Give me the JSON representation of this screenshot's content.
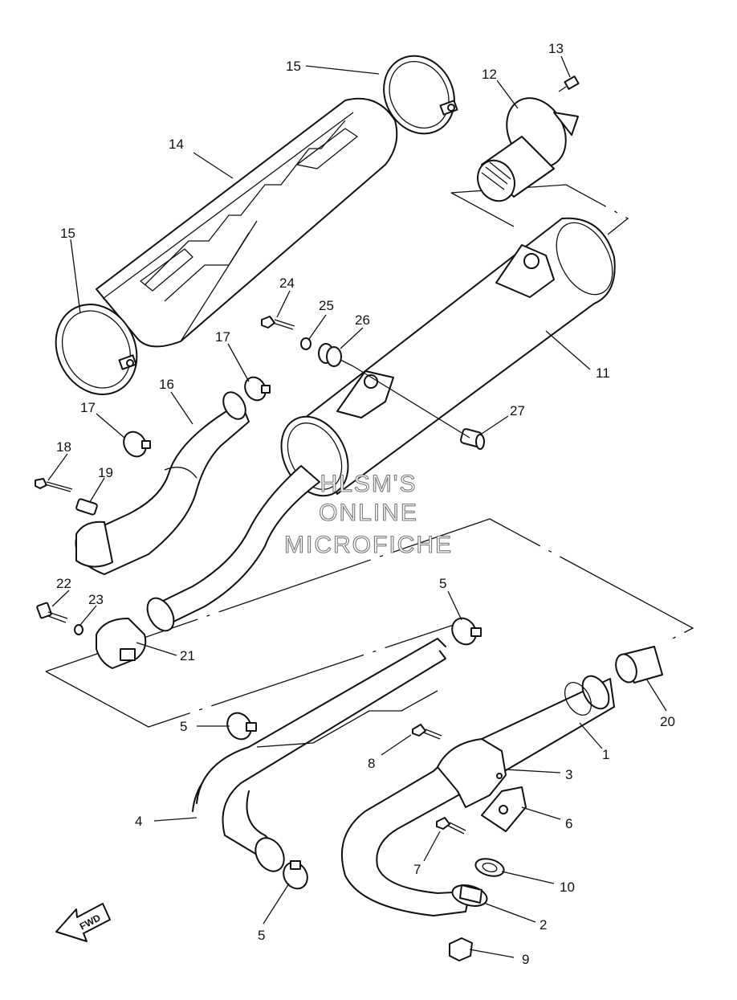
{
  "parts": [
    {
      "id": "part-1",
      "label": "1"
    },
    {
      "id": "part-2",
      "label": "2"
    },
    {
      "id": "part-3",
      "label": "3"
    },
    {
      "id": "part-4",
      "label": "4"
    },
    {
      "id": "part-5a",
      "label": "5"
    },
    {
      "id": "part-5b",
      "label": "5"
    },
    {
      "id": "part-5c",
      "label": "5"
    },
    {
      "id": "part-6",
      "label": "6"
    },
    {
      "id": "part-7",
      "label": "7"
    },
    {
      "id": "part-8",
      "label": "8"
    },
    {
      "id": "part-9",
      "label": "9"
    },
    {
      "id": "part-10",
      "label": "10"
    },
    {
      "id": "part-11",
      "label": "11"
    },
    {
      "id": "part-12",
      "label": "12"
    },
    {
      "id": "part-13",
      "label": "13"
    },
    {
      "id": "part-14",
      "label": "14"
    },
    {
      "id": "part-15a",
      "label": "15"
    },
    {
      "id": "part-15b",
      "label": "15"
    },
    {
      "id": "part-16",
      "label": "16"
    },
    {
      "id": "part-17a",
      "label": "17"
    },
    {
      "id": "part-17b",
      "label": "17"
    },
    {
      "id": "part-18",
      "label": "18"
    },
    {
      "id": "part-19",
      "label": "19"
    },
    {
      "id": "part-20",
      "label": "20"
    },
    {
      "id": "part-21",
      "label": "21"
    },
    {
      "id": "part-22",
      "label": "22"
    },
    {
      "id": "part-23",
      "label": "23"
    },
    {
      "id": "part-24",
      "label": "24"
    },
    {
      "id": "part-25",
      "label": "25"
    },
    {
      "id": "part-26",
      "label": "26"
    },
    {
      "id": "part-27",
      "label": "27"
    }
  ],
  "watermark": {
    "line1": "HLSM'S",
    "line2": "ONLINE",
    "line3": "MICROFICHE"
  },
  "fwd_indicator": "FWD"
}
